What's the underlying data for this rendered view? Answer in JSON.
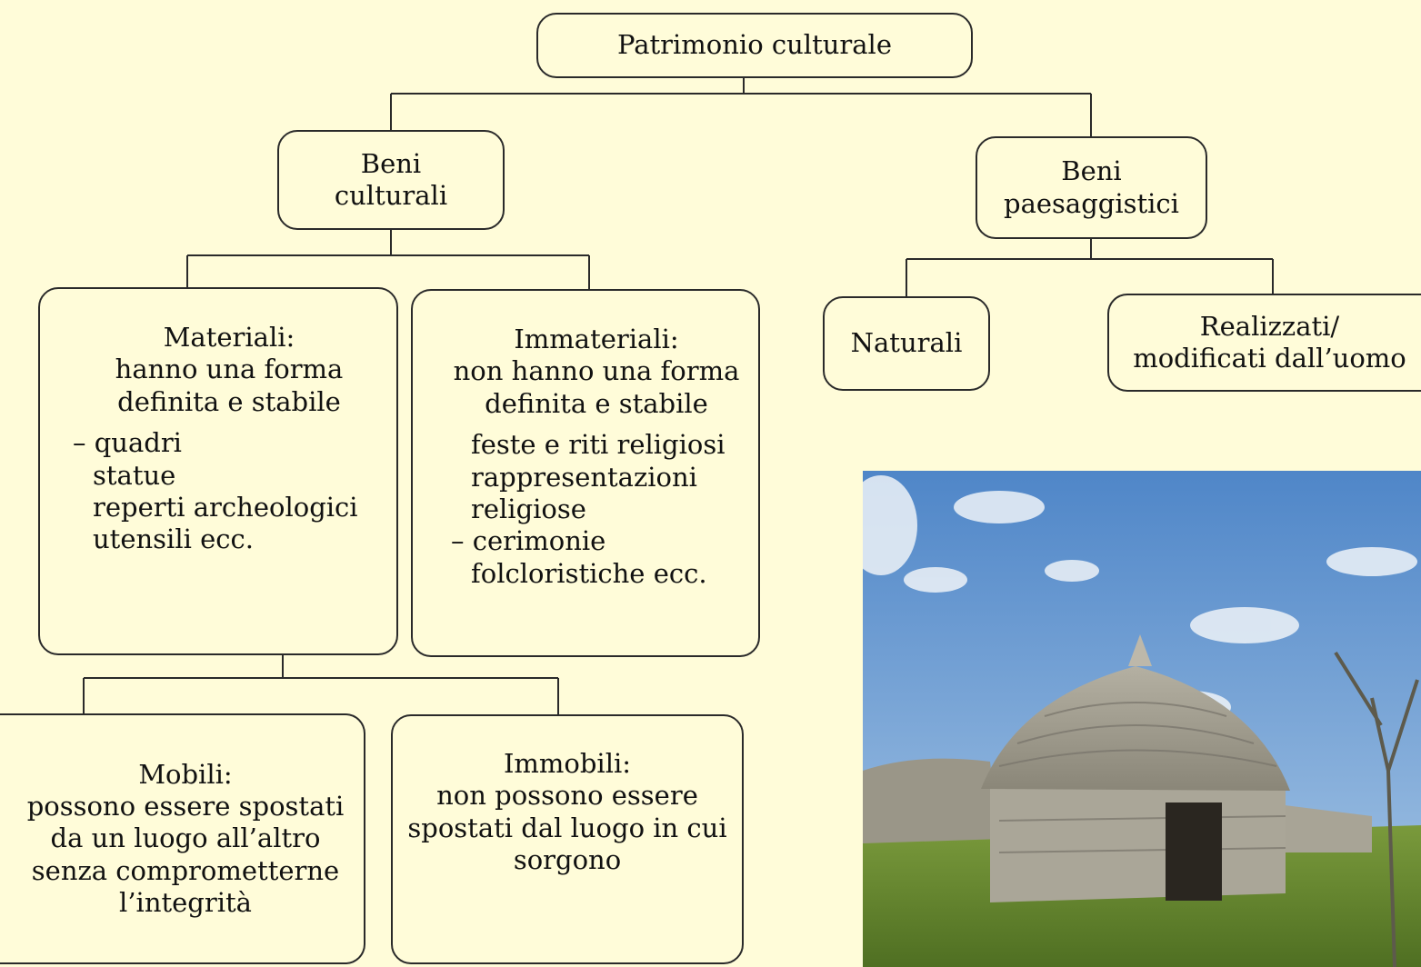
{
  "diagram": {
    "root": "Patrimonio culturale",
    "beni_culturali": {
      "line1": "Beni",
      "line2": "culturali"
    },
    "beni_paesaggistici": {
      "line1": "Beni",
      "line2": "paesaggistici"
    },
    "materiali": {
      "title": "Materiali:",
      "desc1": "hanno una forma",
      "desc2": "definita e stabile",
      "items": [
        "– quadri",
        "statue",
        "reperti archeologici",
        "utensili ecc."
      ]
    },
    "immateriali": {
      "title": "Immateriali:",
      "desc1": "non hanno una forma",
      "desc2": "definita e stabile",
      "items": [
        "feste e riti religiosi",
        "rappresentazioni",
        "religiose",
        "– cerimonie",
        "folcloristiche ecc."
      ]
    },
    "naturali": "Naturali",
    "realizzati": {
      "line1": "Realizzati/",
      "line2": "modificati dall’uomo"
    },
    "mobili": {
      "title": "Mobili:",
      "lines": [
        "possono essere spostati",
        "da un luogo all’altro",
        "senza comprometterne",
        "l’integrità"
      ]
    },
    "immobili": {
      "title": "Immobili:",
      "lines": [
        "non possono essere",
        "spostati dal luogo in cui",
        "sorgono"
      ]
    }
  },
  "photo": {
    "subject": "stone-hut-photo"
  },
  "colors": {
    "background": "#fffcd9",
    "line": "#2a2a2a"
  }
}
